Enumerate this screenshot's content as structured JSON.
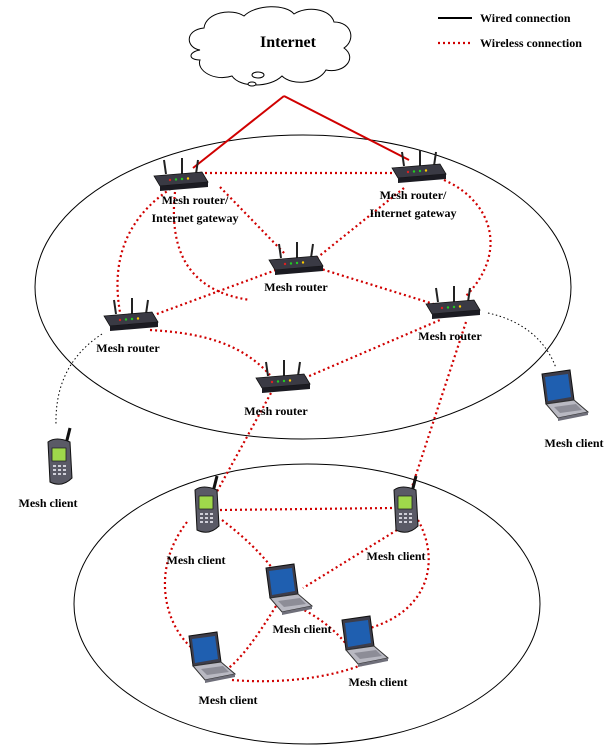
{
  "legend": {
    "wired_label": "Wired connection",
    "wireless_label": "Wireless connection",
    "wired_color": "#d00000",
    "wireless_color": "#d00000"
  },
  "internet": {
    "label": "Internet",
    "icon": "cloud-icon"
  },
  "backbone": {
    "routers": [
      {
        "id": "gw1",
        "label_line1": "Mesh router/",
        "label_line2": "Internet gateway",
        "icon": "router-icon"
      },
      {
        "id": "gw2",
        "label_line1": "Mesh router/",
        "label_line2": "Internet gateway",
        "icon": "router-icon"
      },
      {
        "id": "center",
        "label": "Mesh router",
        "icon": "router-icon"
      },
      {
        "id": "left",
        "label": "Mesh router",
        "icon": "router-icon"
      },
      {
        "id": "right",
        "label": "Mesh router",
        "icon": "router-icon"
      },
      {
        "id": "bottom",
        "label": "Mesh router",
        "icon": "router-icon"
      }
    ]
  },
  "external_clients": [
    {
      "id": "phone-left",
      "label": "Mesh client",
      "icon": "cellphone-icon"
    },
    {
      "id": "laptop-right",
      "label": "Mesh client",
      "icon": "laptop-icon"
    }
  ],
  "client_mesh": {
    "clients": [
      {
        "id": "phone-a",
        "label": "Mesh client",
        "icon": "cellphone-icon"
      },
      {
        "id": "phone-b",
        "label": "Mesh client",
        "icon": "cellphone-icon"
      },
      {
        "id": "laptop-a",
        "label": "Mesh client",
        "icon": "laptop-icon"
      },
      {
        "id": "laptop-b",
        "label": "Mesh client",
        "icon": "laptop-icon"
      },
      {
        "id": "laptop-c",
        "label": "Mesh client",
        "icon": "laptop-icon"
      }
    ]
  }
}
